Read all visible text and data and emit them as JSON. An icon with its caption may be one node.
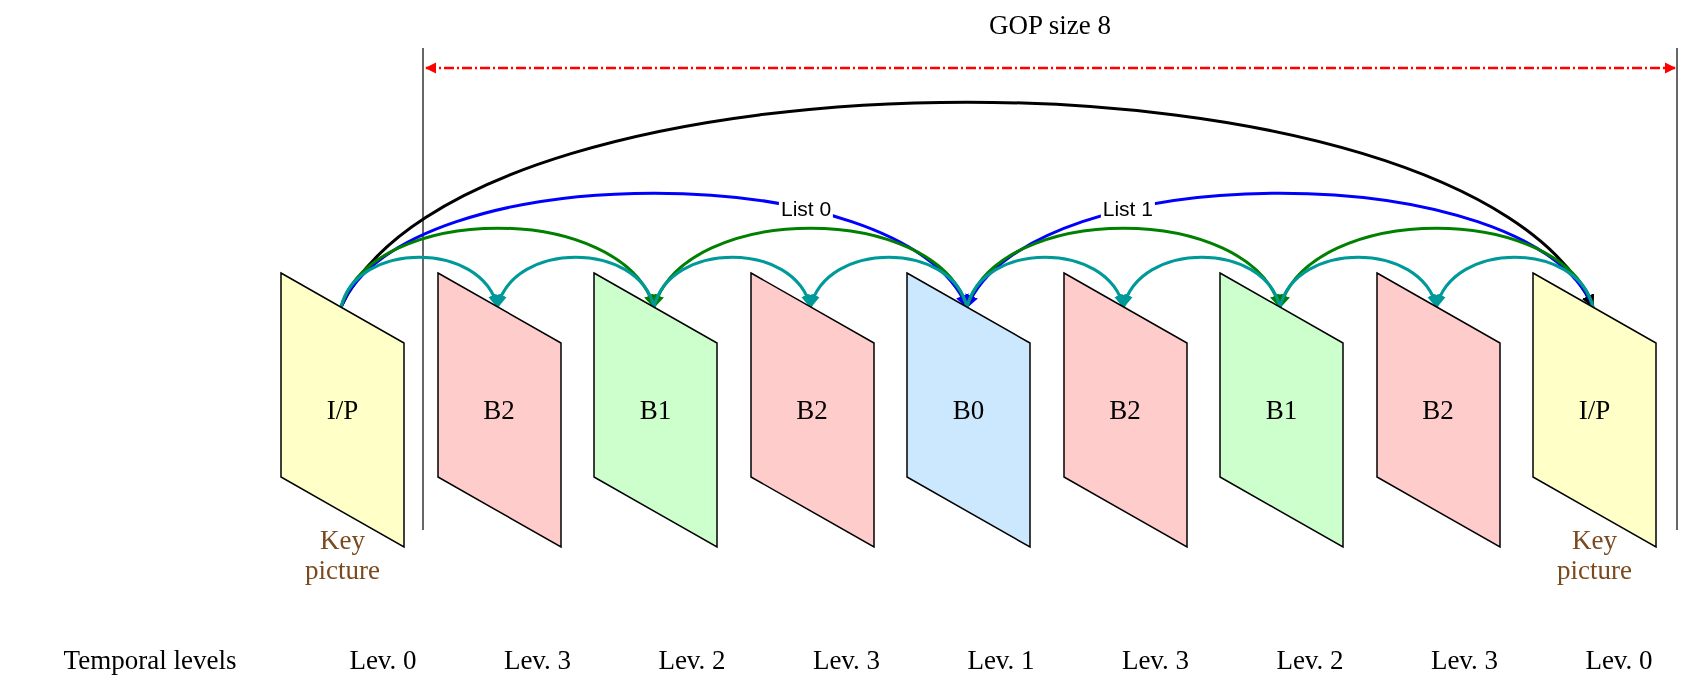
{
  "diagram": {
    "nodes": [
      {
        "text": [
          "I/P"
        ],
        "beside": [
          "Key picture"
        ]
      },
      {
        "text": [
          "B2"
        ]
      },
      {
        "text": [
          "B1"
        ]
      },
      {
        "text": [
          "B2"
        ]
      },
      {
        "text": [
          "B0"
        ]
      },
      {
        "text": [
          "B2"
        ]
      },
      {
        "text": [
          "B1"
        ]
      },
      {
        "text": [
          "B2"
        ]
      },
      {
        "text": [
          "I/P"
        ],
        "beside": [
          "Key picture"
        ]
      }
    ],
    "edges": [
      {
        "from": 0,
        "to": 8,
        "arrow": "to",
        "color": "#000000"
      },
      {
        "from": 0,
        "to": 4,
        "arrow": "to",
        "color": "#0000ff",
        "label": "List 0"
      },
      {
        "from": 8,
        "to": 4,
        "arrow": "to",
        "color": "#0000ff",
        "label": "List 1"
      },
      {
        "from": 0,
        "to": 2,
        "arrow": "to",
        "color": "#008000"
      },
      {
        "from": 4,
        "to": 2,
        "arrow": "to",
        "color": "#008000"
      },
      {
        "from": 4,
        "to": 6,
        "arrow": "to",
        "color": "#008000"
      },
      {
        "from": 8,
        "to": 6,
        "arrow": "to",
        "color": "#008000"
      },
      {
        "from": 0,
        "to": 1,
        "arrow": "to"
      },
      {
        "from": 2,
        "to": 1,
        "arrow": "to"
      },
      {
        "from": 2,
        "to": 3,
        "arrow": "to"
      },
      {
        "from": 4,
        "to": 3,
        "arrow": "to"
      },
      {
        "from": 4,
        "to": 5,
        "arrow": "to"
      },
      {
        "from": 6,
        "to": 5,
        "arrow": "to"
      },
      {
        "from": 6,
        "to": 7,
        "arrow": "to"
      },
      {
        "from": 8,
        "to": 7,
        "arrow": "to"
      }
    ],
    "labels": [
      "GOP size 8",
      "Temporal levels",
      "Lev. 0",
      "Lev. 3",
      "Lev. 2",
      "Lev. 3",
      "Lev. 1",
      "Lev. 3",
      "Lev. 2",
      "Lev. 3",
      "Lev. 0"
    ]
  }
}
